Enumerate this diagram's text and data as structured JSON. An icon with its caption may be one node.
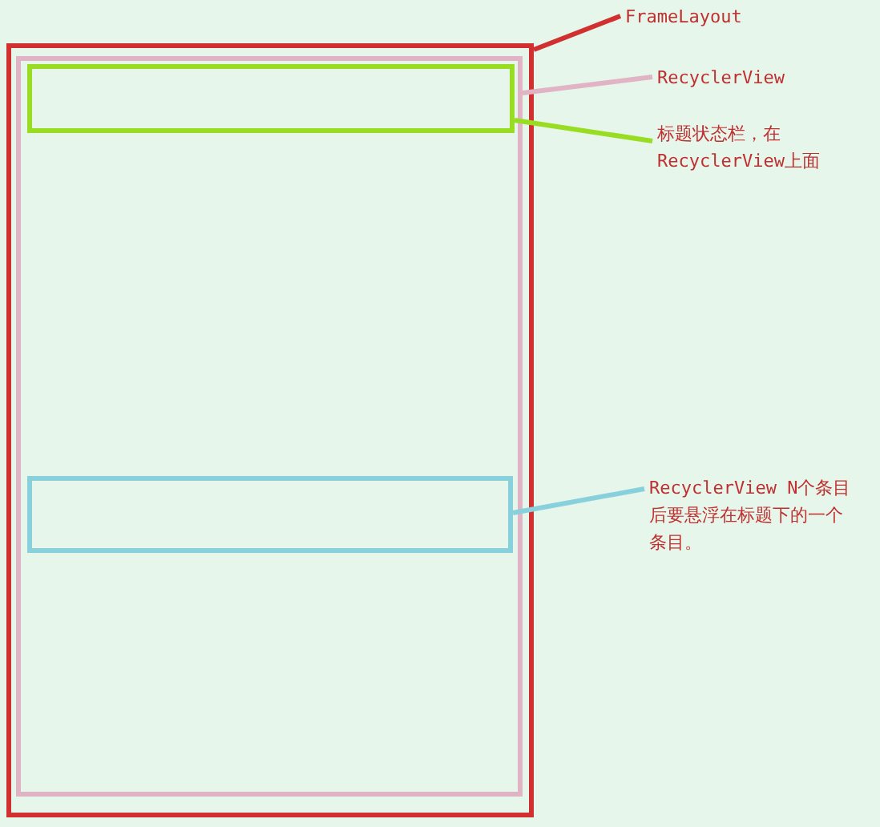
{
  "diagram": {
    "nodes": [
      {
        "text": [],
        "shape": "box"
      },
      {
        "text": [],
        "shape": "box",
        "in": 0
      },
      {
        "text": [],
        "shape": "box",
        "in": 1
      },
      {
        "text": [],
        "shape": "box",
        "in": 1
      },
      {
        "text": [
          "FrameLayout"
        ]
      },
      {
        "text": [
          "RecyclerView"
        ]
      },
      {
        "text": [
          "标题状态栏，在RecyclerView上面"
        ]
      },
      {
        "text": [
          "RecyclerView N个条目后要悬浮在标题下的一个条目。"
        ]
      }
    ],
    "edges": [
      {
        "from": 4,
        "to": 0,
        "arrow": "none",
        "color": "#d03030"
      },
      {
        "from": 5,
        "to": 1,
        "arrow": "none",
        "color": "#e0b4c4"
      },
      {
        "from": 6,
        "to": 2,
        "arrow": "none",
        "color": "#99dd22"
      },
      {
        "from": 7,
        "to": 3,
        "arrow": "none",
        "color": "#88d0dc"
      }
    ]
  }
}
